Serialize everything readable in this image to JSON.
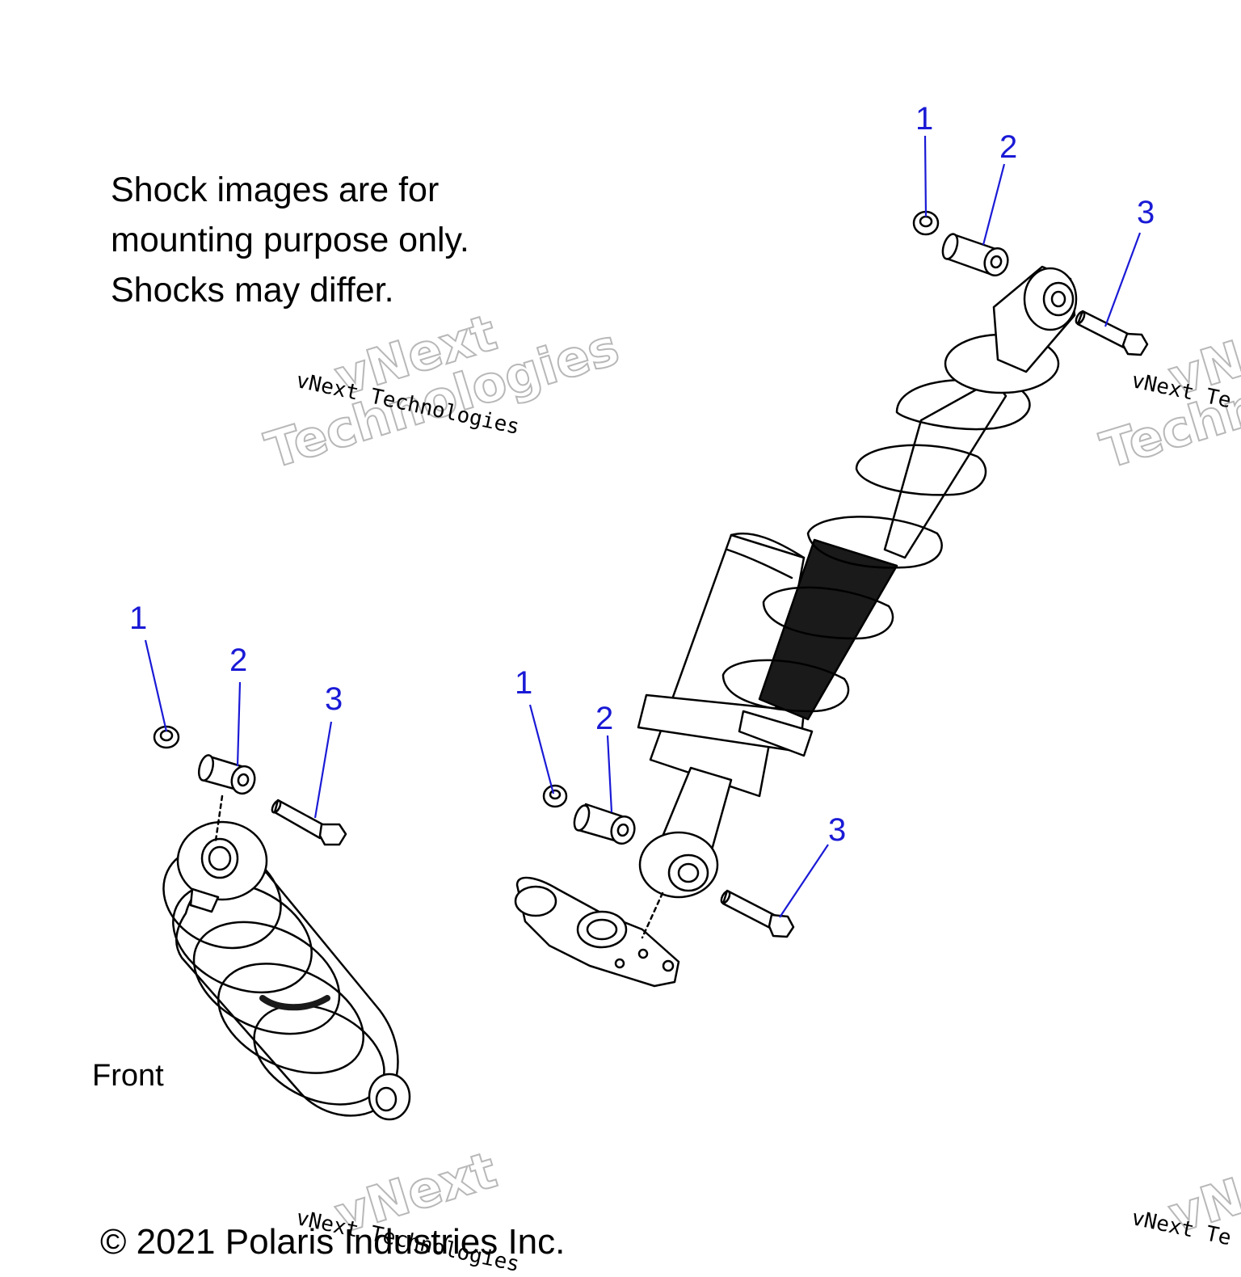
{
  "note": {
    "lines": [
      "Shock images are for",
      "mounting purpose only.",
      "Shocks may differ."
    ]
  },
  "front_label": "Front",
  "copyright": "© 2021 Polaris Industries Inc.",
  "watermark": {
    "small": "vNext Technologies",
    "big_line1": "vNext",
    "big_line2": "Technologies",
    "small_partial": "vNext Te",
    "big_partial_line1": "vNe",
    "big_partial_line2": "Technolo"
  },
  "callouts": {
    "left": [
      "1",
      "2",
      "3"
    ],
    "middle": [
      "1",
      "2",
      "3"
    ],
    "top": [
      "1",
      "2",
      "3"
    ]
  },
  "colors": {
    "callout": "#1a1ad6",
    "line": "#000000",
    "watermark_outline": "#b8b8b8",
    "shock_body": "#1a1a1a"
  }
}
